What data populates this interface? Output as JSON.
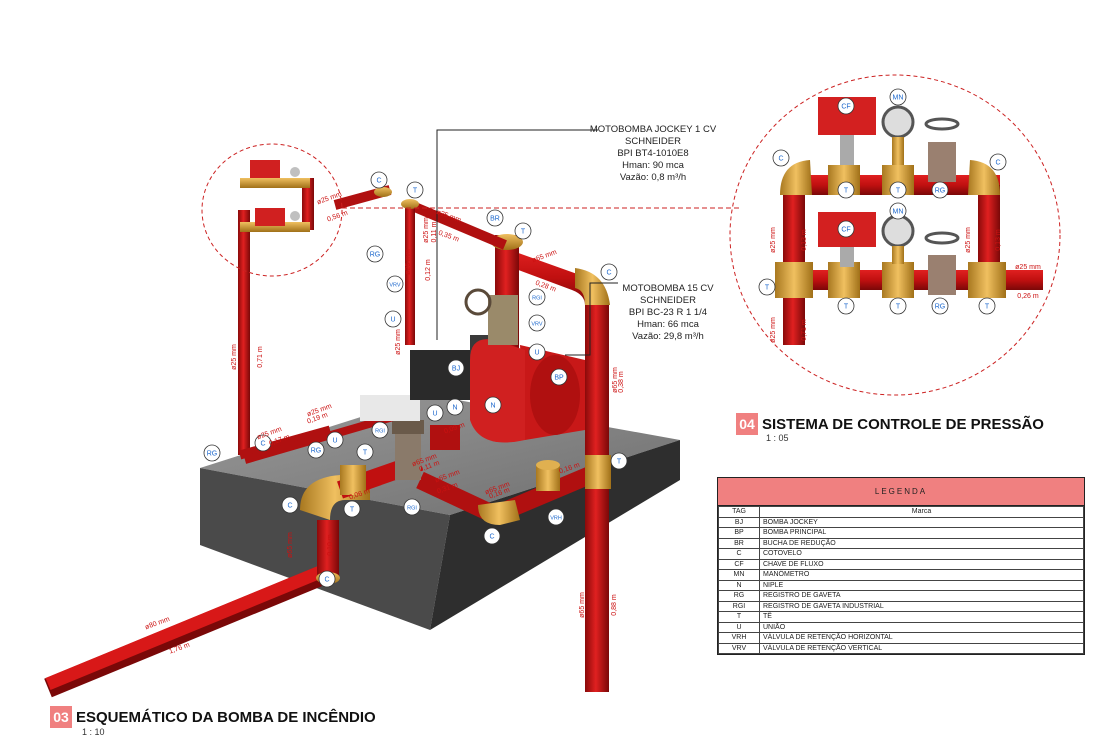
{
  "title_main": {
    "number": "03",
    "text": "ESQUEMÁTICO DA BOMBA DE INCÊNDIO",
    "scale": "1 : 10"
  },
  "title_detail": {
    "number": "04",
    "text": "SISTEMA DE CONTROLE DE PRESSÃO",
    "scale": "1 : 05"
  },
  "note_jockey": [
    "MOTOBOMBA JOCKEY 1 CV",
    "SCHNEIDER",
    "BPI BT4-1010E8",
    "Hman: 90 mca",
    "Vazão: 0,8 m³/h"
  ],
  "note_main": [
    "MOTOBOMBA 15 CV",
    "SCHNEIDER",
    "BPI BC-23 R 1 1/4",
    "Hman: 66 mca",
    "Vazão: 29,8 m³/h"
  ],
  "legend": {
    "title": "LEGENDA",
    "col_tag": "TAG",
    "col_mark": "Marca",
    "rows": [
      {
        "tag": "BJ",
        "mark": "BOMBA JOCKEY"
      },
      {
        "tag": "BP",
        "mark": "BOMBA PRINCIPAL"
      },
      {
        "tag": "BR",
        "mark": "BUCHA DE REDUÇÃO"
      },
      {
        "tag": "C",
        "mark": "COTOVELO"
      },
      {
        "tag": "CF",
        "mark": "CHAVE DE FLUXO"
      },
      {
        "tag": "MN",
        "mark": "MANÔMETRO"
      },
      {
        "tag": "N",
        "mark": "NIPLE"
      },
      {
        "tag": "RG",
        "mark": "REGISTRO DE GAVETA"
      },
      {
        "tag": "RGI",
        "mark": "REGISTRO DE GAVETA INDUSTRIAL"
      },
      {
        "tag": "T",
        "mark": "TÊ"
      },
      {
        "tag": "U",
        "mark": "UNIÃO"
      },
      {
        "tag": "VRH",
        "mark": "VÁLVULA DE RETENÇÃO HORIZONTAL"
      },
      {
        "tag": "VRV",
        "mark": "VÁLVULA DE RETENÇÃO VERTICAL"
      }
    ]
  },
  "colors": {
    "pipe": "#cc1111",
    "pipe_dark": "#8a0a0a",
    "fitting": "#d9a441",
    "badge": "#f08080",
    "base": "#555555"
  },
  "main_tags": [
    {
      "t": "C"
    },
    {
      "t": "T"
    },
    {
      "t": "BR"
    },
    {
      "t": "T"
    },
    {
      "t": "C"
    },
    {
      "t": "RG"
    },
    {
      "t": "VRV"
    },
    {
      "t": "U"
    },
    {
      "t": "RGI"
    },
    {
      "t": "VRV"
    },
    {
      "t": "U"
    },
    {
      "t": "BJ"
    },
    {
      "t": "BP"
    },
    {
      "t": "N"
    },
    {
      "t": "N"
    },
    {
      "t": "U"
    },
    {
      "t": "RG"
    },
    {
      "t": "C"
    },
    {
      "t": "U"
    },
    {
      "t": "RG"
    },
    {
      "t": "RGI"
    },
    {
      "t": "T"
    },
    {
      "t": "C"
    },
    {
      "t": "T"
    },
    {
      "t": "RGI"
    },
    {
      "t": "C"
    },
    {
      "t": "VRH"
    },
    {
      "t": "T"
    },
    {
      "t": "C"
    }
  ],
  "detail_tags": [
    {
      "t": "CF"
    },
    {
      "t": "MN"
    },
    {
      "t": "C"
    },
    {
      "t": "T"
    },
    {
      "t": "T"
    },
    {
      "t": "RG"
    },
    {
      "t": "C"
    },
    {
      "t": "CF"
    },
    {
      "t": "MN"
    },
    {
      "t": "T"
    },
    {
      "t": "T"
    },
    {
      "t": "T"
    },
    {
      "t": "RG"
    },
    {
      "t": "T"
    }
  ],
  "dims": [
    {
      "t": "ø25 mm"
    },
    {
      "t": "0,56 m"
    },
    {
      "t": "ø25 mm"
    },
    {
      "t": "0,71 m"
    },
    {
      "t": "ø25 mm"
    },
    {
      "t": "0,11 m"
    },
    {
      "t": "ø25 mm"
    },
    {
      "t": "0,35 m"
    },
    {
      "t": "ø65 mm"
    },
    {
      "t": "0,28 m"
    },
    {
      "t": "ø65 mm"
    },
    {
      "t": "0,38 m"
    },
    {
      "t": "ø65 mm"
    },
    {
      "t": "0,88 m"
    },
    {
      "t": "ø80 mm"
    },
    {
      "t": "1,76 m"
    },
    {
      "t": "ø65 mm"
    },
    {
      "t": "0,31 m"
    },
    {
      "t": "ø65 mm"
    },
    {
      "t": "0,16 m"
    },
    {
      "t": "ø65 mm"
    },
    {
      "t": "0,11 m"
    },
    {
      "t": "ø65 mm"
    },
    {
      "t": "0,10 m"
    },
    {
      "t": "ø25 mm"
    },
    {
      "t": "0,17 m"
    },
    {
      "t": "ø25 mm"
    },
    {
      "t": "0,19 m"
    },
    {
      "t": "ø25 mm"
    },
    {
      "t": "0,06 m"
    },
    {
      "t": "0,09 m"
    },
    {
      "t": "0,16 m"
    },
    {
      "t": "ø25 mm"
    },
    {
      "t": "0,12 m"
    }
  ],
  "detail_dims": [
    {
      "t": "ø25 mm"
    },
    {
      "t": "0,13 m"
    },
    {
      "t": "ø25 mm"
    },
    {
      "t": "0,13 m"
    },
    {
      "t": "ø25 mm"
    },
    {
      "t": "0,71 m"
    },
    {
      "t": "ø25 mm"
    },
    {
      "t": "0,26 m"
    }
  ]
}
